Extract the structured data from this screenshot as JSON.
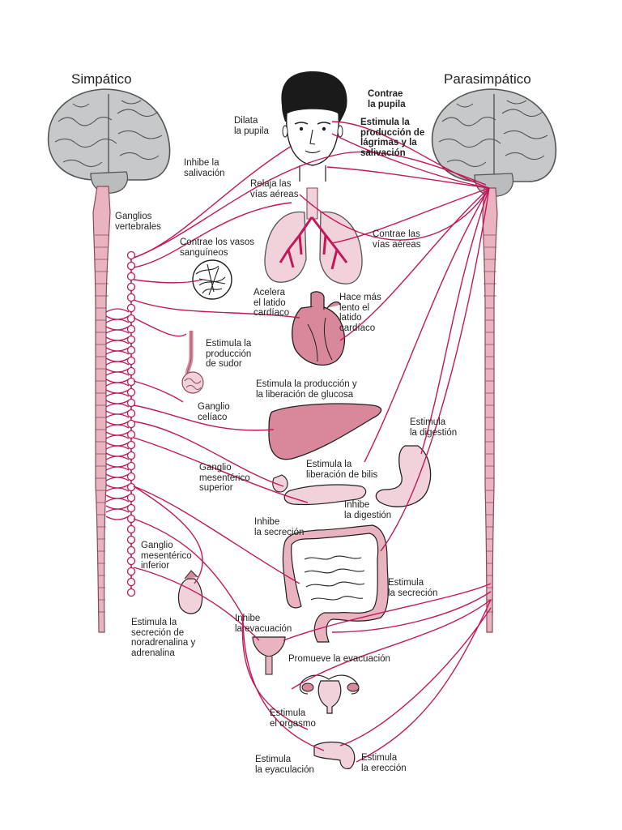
{
  "headers": {
    "sympathetic": "Simpático",
    "parasympathetic": "Parasimpático"
  },
  "labels": {
    "ganglios_vertebrales": "Ganglios\nvertebrales",
    "dilata_pupila": "Dilata\nla pupila",
    "contrae_pupila": "Contrae\nla pupila",
    "estimula_lagrimas": "Estimula la\nproducción de\nlágrimas y la\nsalivación",
    "inhibe_salivacion": "Inhibe la\nsalivación",
    "relaja_vias": "Relaja las\nvías aéreas",
    "contrae_vasos": "Contrae los vasos\nsanguíneos",
    "contrae_vias": "Contrae las\nvías aéreas",
    "acelera_latido": "Acelera\nel latido\ncardíaco",
    "lento_latido": "Hace más\nlento el\nlatido\ncardíaco",
    "estimula_sudor": "Estimula la\nproducción\nde sudor",
    "estimula_glucosa": "Estimula la producción y\nla liberación de glucosa",
    "ganglio_celiaco": "Ganglio\ncelíaco",
    "estimula_digestion": "Estimula\nla digestión",
    "ganglio_mes_sup": "Ganglio\nmesentérico\nsuperior",
    "estimula_bilis": "Estimula la\nliberación de bilis",
    "inhibe_digestion": "Inhibe\nla digestión",
    "inhibe_secrecion": "Inhibe\nla secreción",
    "ganglio_mes_inf": "Ganglio\nmesentérico\ninferior",
    "estimula_secrecion": "Estimula\nla secreción",
    "estimula_noradrenalina": "Estimula la\nsecreción de\nnoradrenalina y\nadrenalina",
    "inhibe_evacuacion": "Inhibe\nla evacuación",
    "promueve_evacuacion": "Promueve la evacuación",
    "estimula_orgasmo": "Estimula\nel orgasmo",
    "estimula_eyaculacion": "Estimula\nla eyaculación",
    "estimula_ereccion": "Estimula\nla erección"
  },
  "colors": {
    "nerve": "#c2185b",
    "organ_fill": "#d9879a",
    "organ_light": "#f2d2da",
    "cord_fill": "#e9b3c0",
    "brain_fill": "#c7c8ca",
    "brain_line": "#555555",
    "text": "#231f20"
  }
}
